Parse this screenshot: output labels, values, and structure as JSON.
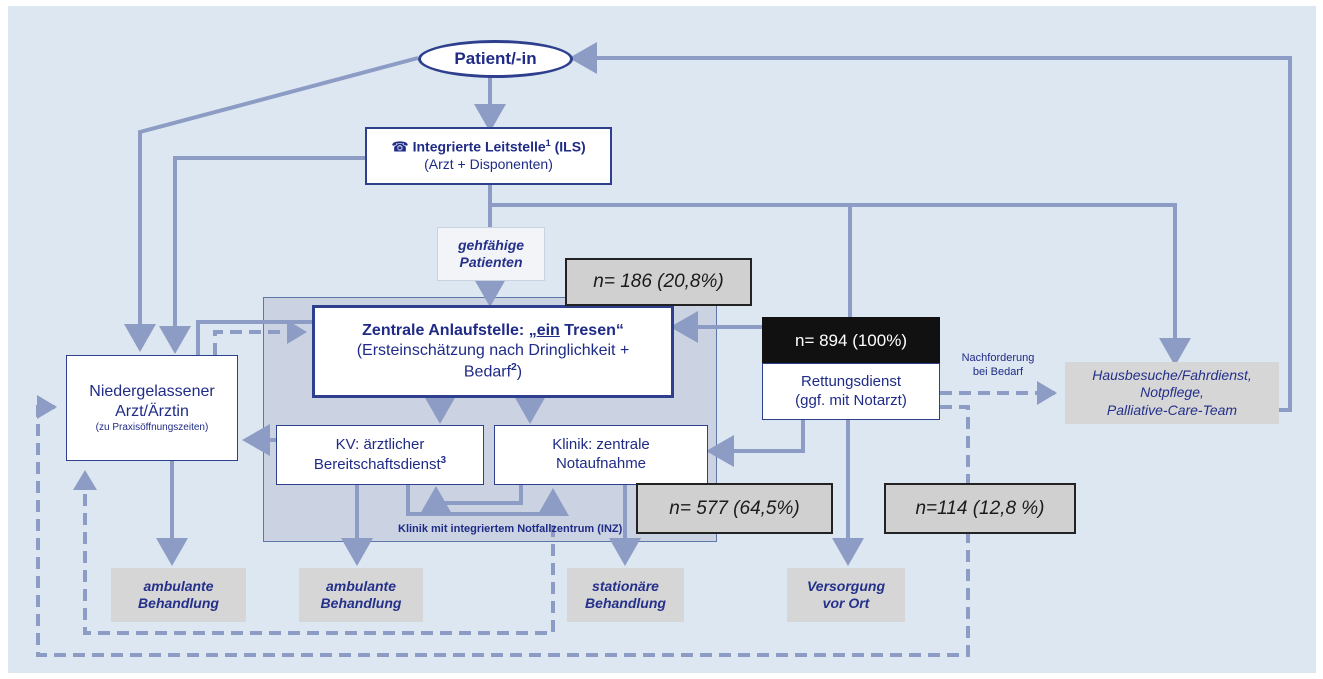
{
  "patient": "Patient/-in",
  "ils": {
    "icon": "phone-icon",
    "title": "Integrierte Leitstelle",
    "sup": "1",
    "abbr": "(ILS)",
    "subtitle": "(Arzt + Disponenten)"
  },
  "gehfaehige": {
    "line1": "gehfähige",
    "line2": "Patienten"
  },
  "zentrale": {
    "title_prefix": "Zentrale Anlaufstelle: „",
    "title_underline": "ein",
    "title_suffix": " Tresen“",
    "line2": "(Ersteinschätzung nach Dringlichkeit +",
    "line3": "Bedarf",
    "line3_sup": "2",
    "line3_end": ")"
  },
  "niedergelassener": {
    "line1": "Niedergelassener",
    "line2": "Arzt/Ärztin",
    "line3": "(zu Praxisöffnungszeiten)"
  },
  "kv": {
    "line1": "KV: ärztlicher",
    "line2": "Bereitschaftsdienst",
    "sup": "3"
  },
  "klinik": {
    "line1": "Klinik: zentrale",
    "line2": "Notaufnahme"
  },
  "inz_label": "Klinik mit integriertem Notfallzentrum (INZ)",
  "rettungsdienst": {
    "line1": "Rettungsdienst",
    "line2": "(ggf. mit Notarzt)"
  },
  "nachforderung": {
    "line1": "Nachforderung",
    "line2": "bei Bedarf"
  },
  "hausbesuche": {
    "line1": "Hausbesuche/Fahrdienst,",
    "line2": "Notpflege,",
    "line3": "Palliative-Care-Team"
  },
  "stats": {
    "n186": "n= 186 (20,8%)",
    "n894": "n= 894 (100%)",
    "n577": "n= 577 (64,5%)",
    "n114": "n=114 (12,8 %)"
  },
  "outcomes": {
    "amb1": {
      "line1": "ambulante",
      "line2": "Behandlung"
    },
    "amb2": {
      "line1": "ambulante",
      "line2": "Behandlung"
    },
    "stat": {
      "line1": "stationäre",
      "line2": "Behandlung"
    },
    "vor_ort": {
      "line1": "Versorgung",
      "line2": "vor Ort"
    }
  },
  "colors": {
    "background": "#dde7f1",
    "arrow": "#8d9cc4",
    "box_border": "#2e3f8e",
    "text": "#1f2b86",
    "outcome_box": "#d6d6d6",
    "stat_box": "#d0d0d0",
    "stat_dark": "#111111"
  }
}
